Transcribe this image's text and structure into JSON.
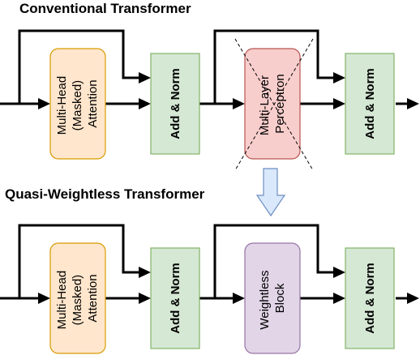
{
  "sections": [
    {
      "title": "Conventional Transformer",
      "attention_lines": [
        "Multi-Head",
        "(Masked)",
        "Attention"
      ],
      "add_norm_1": "Add & Norm",
      "middle_lines": [
        "Multi-Layer",
        "Perceptron"
      ],
      "middle_crossed_out": true,
      "add_norm_2": "Add & Norm"
    },
    {
      "title": "Quasi-Weightless Transformer",
      "attention_lines": [
        "Multi-Head",
        "(Masked)",
        "Attention"
      ],
      "add_norm_1": "Add & Norm",
      "middle_lines": [
        "Weightless",
        "Block"
      ],
      "middle_crossed_out": false,
      "add_norm_2": "Add & Norm"
    }
  ],
  "colors": {
    "attention_fill": "#ffe6cc",
    "attention_stroke": "#d79b00",
    "add_norm_fill": "#d5e8d4",
    "add_norm_stroke": "#82b366",
    "mlp_fill": "#f8cecc",
    "mlp_stroke": "#b85450",
    "weightless_fill": "#e1d5e7",
    "weightless_stroke": "#9673a6",
    "transition_arrow_fill": "#dae8fc",
    "transition_arrow_stroke": "#6c8ebf"
  }
}
